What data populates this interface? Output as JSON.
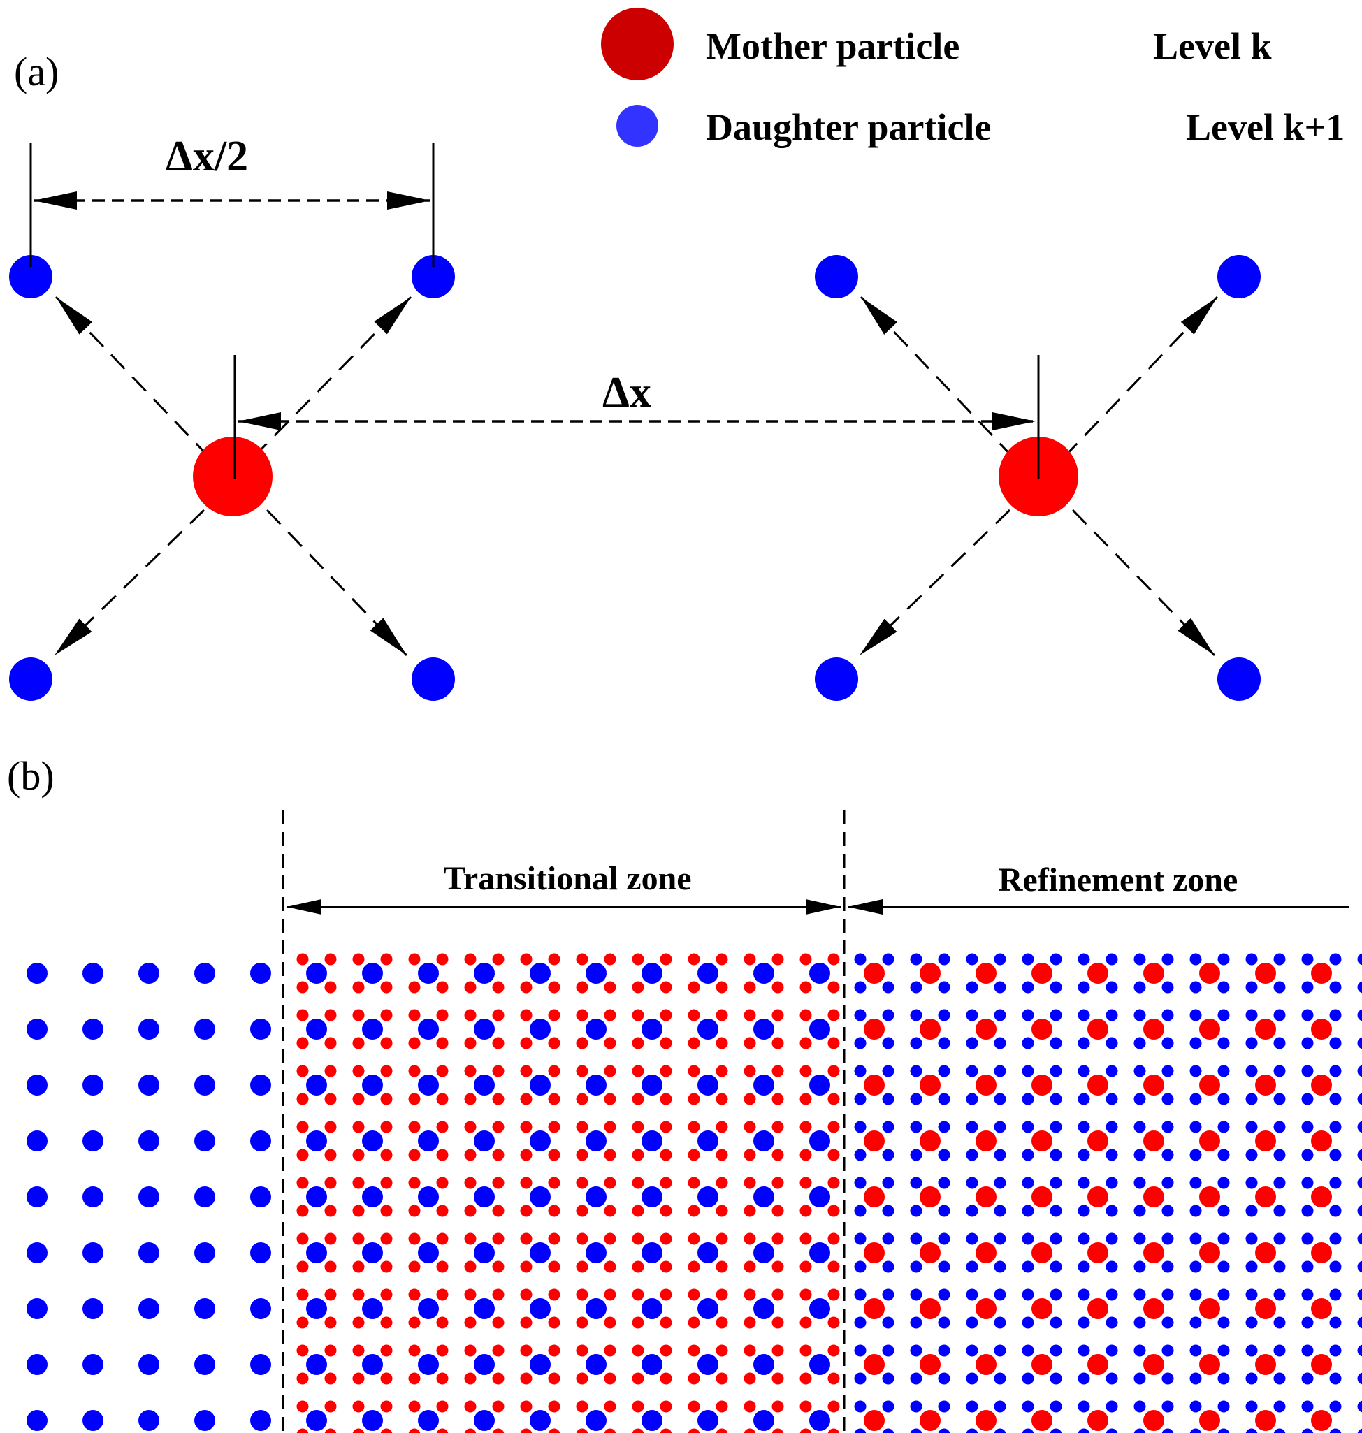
{
  "panel_a": {
    "label": "(a)",
    "legend": {
      "mother": {
        "label": "Mother particle",
        "level": "Level k"
      },
      "daughter": {
        "label": "Daughter particle",
        "level": "Level k+1"
      }
    },
    "spacing_half_label": "Δx/2",
    "spacing_label": "Δx"
  },
  "panel_b": {
    "label": "(b)",
    "transitional_zone_label": "Transitional zone",
    "refinement_zone_label": "Refinement zone",
    "coarse_columns": 5,
    "zone_columns": 10,
    "rows": 9
  },
  "colors": {
    "mother": "#ff0000",
    "daughter": "#0000ff"
  }
}
